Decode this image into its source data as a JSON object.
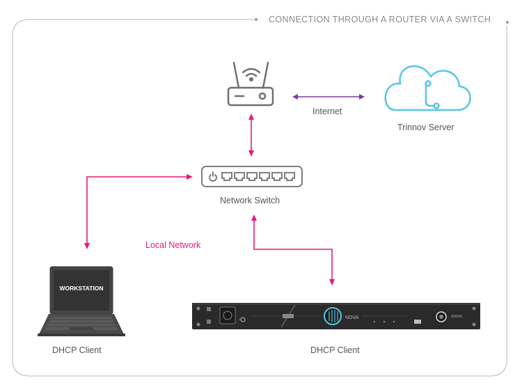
{
  "title": "CONNECTION THROUGH A ROUTER VIA A SWITCH",
  "labels": {
    "internet": "Internet",
    "server": "Trinnov Server",
    "switch": "Network Switch",
    "local_network": "Local Network",
    "workstation_client": "DHCP Client",
    "nova_client": "DHCP Client"
  },
  "workstation_screen_text": "WORKSTATION",
  "nova_text": "NOVA",
  "colors": {
    "frame": "#b9b9b9",
    "icon": "#6f6f6f",
    "cloud": "#56c6e6",
    "internet_link": "#7b3aa0",
    "local_link": "#e6197d",
    "device": "#2a2a2a"
  }
}
